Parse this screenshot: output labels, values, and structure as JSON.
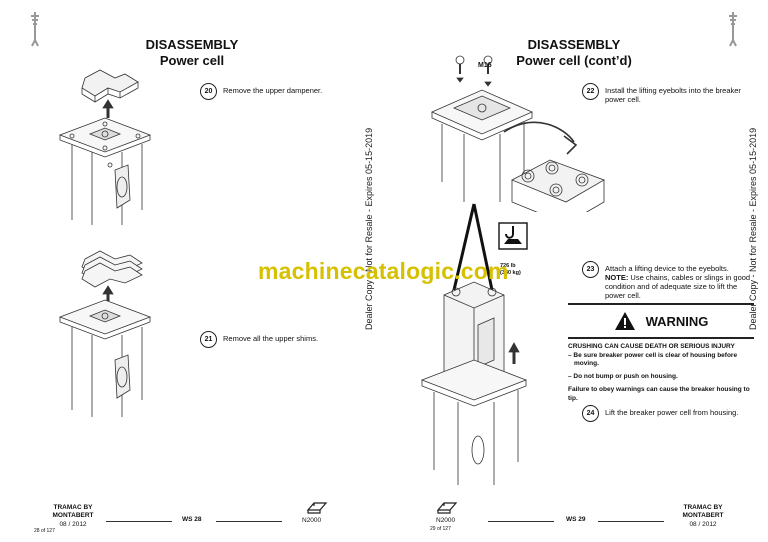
{
  "watermark": "machinecatalogic.com",
  "left_page": {
    "title": "DISASSEMBLY",
    "subtitle": "Power cell",
    "steps": [
      {
        "num": "20",
        "text": "Remove the upper dampener."
      },
      {
        "num": "21",
        "text": "Remove all the upper shims."
      }
    ],
    "footer": {
      "brand": "TRAMAC BY MONTABERT",
      "date": "08 / 2012",
      "page_count": "28 of 127",
      "ws": "WS 28",
      "model": "N2000"
    }
  },
  "right_page": {
    "title": "DISASSEMBLY",
    "subtitle": "Power cell (cont’d)",
    "bolt_label": "M16",
    "weight_label": [
      "726 lb",
      "(330 kg)"
    ],
    "steps": [
      {
        "num": "22",
        "text": "Install the lifting eyebolts into the breaker power cell."
      },
      {
        "num": "23",
        "text": "Attach a lifting device to the eyebolts.",
        "note_label": "NOTE:",
        "note": " Use chains, cables or slings in good condition and of adequate size to lift the power cell."
      },
      {
        "num": "24",
        "text": "Lift the breaker power cell from housing."
      }
    ],
    "warning": {
      "heading": "WARNING",
      "line1": "CRUSHING CAN CAUSE DEATH OR SERIOUS INJURY",
      "bullet1": "– Be sure breaker power cell is clear of housing before moving.",
      "bullet2": "– Do not bump or push on housing.",
      "footer_text": "Failure to obey warnings can cause the breaker housing to tip."
    },
    "footer": {
      "brand": "TRAMAC BY MONTABERT",
      "date": "08 / 2012",
      "page_count": "29 of 127",
      "ws": "WS 29",
      "model": "N2000"
    }
  },
  "side_text": "Dealer Copy - Not for Resale - Expires 05-15-2019"
}
